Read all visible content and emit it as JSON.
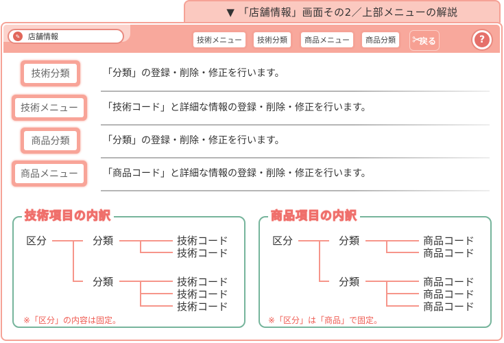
{
  "caption": "▼ 「店舗情報」画面その2／上部メニューの解説",
  "header": {
    "screen_title": "店舗情報",
    "menu_buttons": [
      "技術メニュー",
      "技術分類",
      "商品メニュー",
      "商品分類"
    ],
    "back_label": "戻る",
    "help_label": "?"
  },
  "rows": [
    {
      "button": "技術分類",
      "description": "「分類」の登録・削除・修正を行います。"
    },
    {
      "button": "技術メニュー",
      "description": "「技術コード」と詳細な情報の登録・削除・修正を行います。"
    },
    {
      "button": "商品分類",
      "description": "「分類」の登録・削除・修正を行います。"
    },
    {
      "button": "商品メニュー",
      "description": "「商品コード」と詳細な情報の登録・削除・修正を行います。"
    }
  ],
  "trees": [
    {
      "title": "技術項目の内訳",
      "root": "区分",
      "group1": {
        "label": "分類",
        "children": [
          "技術コード",
          "技術コード"
        ]
      },
      "group2": {
        "label": "分類",
        "children": [
          "技術コード",
          "技術コード",
          "技術コード"
        ]
      },
      "note": "※「区分」の内容は固定。"
    },
    {
      "title": "商品項目の内訳",
      "root": "区分",
      "group1": {
        "label": "分類",
        "children": [
          "商品コード",
          "商品コード"
        ]
      },
      "group2": {
        "label": "分類",
        "children": [
          "商品コード",
          "商品コード",
          "商品コード"
        ]
      },
      "note": "※「区分」は「商品」で固定。"
    }
  ],
  "colors": {
    "accent_pink": "#f5a296",
    "tree_border": "#75b49b",
    "tree_line": "#f6958a",
    "note_red": "#ef5b52"
  }
}
